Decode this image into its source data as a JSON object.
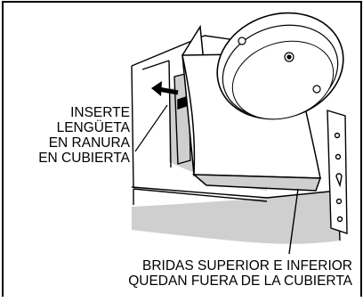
{
  "labels": {
    "insert": {
      "lines": [
        "INSERTE",
        "LENGÜETA",
        "EN RANURA",
        "EN CUBIERTA"
      ]
    },
    "flanges": {
      "lines": [
        "BRIDAS SUPERIOR E INFERIOR",
        "QUEDAN FUERA DE LA CUBIERTA"
      ]
    }
  },
  "colors": {
    "line": "#000000",
    "shadow": "#cfcfcf",
    "background": "#ffffff"
  }
}
